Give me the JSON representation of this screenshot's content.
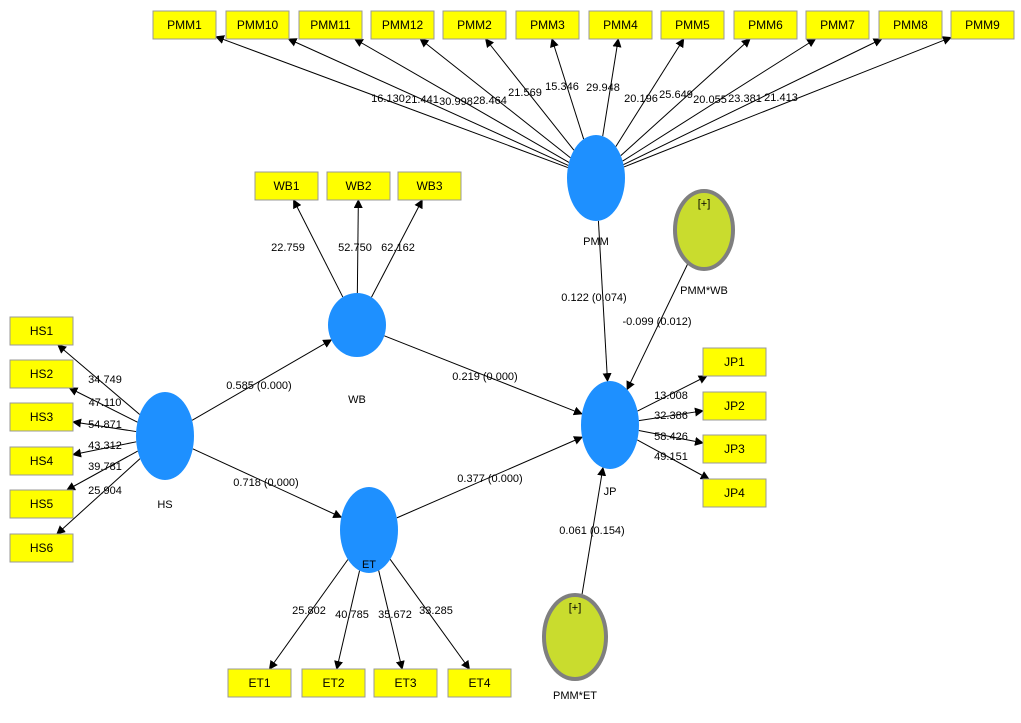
{
  "colors": {
    "indicator_fill": "#ffff00",
    "indicator_border": "#999999",
    "construct_fill": "#1e90ff",
    "moderator_fill": "#c9dc2e",
    "moderator_border": "#7f7f7f",
    "edge": "#000000"
  },
  "constructs": [
    {
      "id": "PMM",
      "label": "PMM"
    },
    {
      "id": "WB",
      "label": "WB"
    },
    {
      "id": "HS",
      "label": "HS"
    },
    {
      "id": "ET",
      "label": "ET"
    },
    {
      "id": "JP",
      "label": "JP"
    }
  ],
  "moderators": [
    {
      "id": "PMMWB",
      "label": "PMM*WB",
      "badge": "[+]"
    },
    {
      "id": "PMMET",
      "label": "PMM*ET",
      "badge": "[+]"
    }
  ],
  "indicators": [
    {
      "id": "PMM1",
      "label": "PMM1",
      "construct": "PMM",
      "loading": "16.130"
    },
    {
      "id": "PMM10",
      "label": "PMM10",
      "construct": "PMM",
      "loading": "21.441"
    },
    {
      "id": "PMM11",
      "label": "PMM11",
      "construct": "PMM",
      "loading": "30.998"
    },
    {
      "id": "PMM12",
      "label": "PMM12",
      "construct": "PMM",
      "loading": "28.464"
    },
    {
      "id": "PMM2",
      "label": "PMM2",
      "construct": "PMM",
      "loading": "21.569"
    },
    {
      "id": "PMM3",
      "label": "PMM3",
      "construct": "PMM",
      "loading": "15.346"
    },
    {
      "id": "PMM4",
      "label": "PMM4",
      "construct": "PMM",
      "loading": "29.948"
    },
    {
      "id": "PMM5",
      "label": "PMM5",
      "construct": "PMM",
      "loading": "20.196"
    },
    {
      "id": "PMM6",
      "label": "PMM6",
      "construct": "PMM",
      "loading": "25.649"
    },
    {
      "id": "PMM7",
      "label": "PMM7",
      "construct": "PMM",
      "loading": "20.055"
    },
    {
      "id": "PMM8",
      "label": "PMM8",
      "construct": "PMM",
      "loading": "23.381"
    },
    {
      "id": "PMM9",
      "label": "PMM9",
      "construct": "PMM",
      "loading": "21.413"
    },
    {
      "id": "WB1",
      "label": "WB1",
      "construct": "WB",
      "loading": "22.759"
    },
    {
      "id": "WB2",
      "label": "WB2",
      "construct": "WB",
      "loading": "52.750"
    },
    {
      "id": "WB3",
      "label": "WB3",
      "construct": "WB",
      "loading": "62.162"
    },
    {
      "id": "HS1",
      "label": "HS1",
      "construct": "HS",
      "loading": "34.749"
    },
    {
      "id": "HS2",
      "label": "HS2",
      "construct": "HS",
      "loading": "47.110"
    },
    {
      "id": "HS3",
      "label": "HS3",
      "construct": "HS",
      "loading": "54.871"
    },
    {
      "id": "HS4",
      "label": "HS4",
      "construct": "HS",
      "loading": "43.312"
    },
    {
      "id": "HS5",
      "label": "HS5",
      "construct": "HS",
      "loading": "39.781"
    },
    {
      "id": "HS6",
      "label": "HS6",
      "construct": "HS",
      "loading": "25.904"
    },
    {
      "id": "JP1",
      "label": "JP1",
      "construct": "JP",
      "loading": "13.008"
    },
    {
      "id": "JP2",
      "label": "JP2",
      "construct": "JP",
      "loading": "32.386"
    },
    {
      "id": "JP3",
      "label": "JP3",
      "construct": "JP",
      "loading": "58.426"
    },
    {
      "id": "JP4",
      "label": "JP4",
      "construct": "JP",
      "loading": "49.151"
    },
    {
      "id": "ET1",
      "label": "ET1",
      "construct": "ET",
      "loading": "25.802"
    },
    {
      "id": "ET2",
      "label": "ET2",
      "construct": "ET",
      "loading": "40.785"
    },
    {
      "id": "ET3",
      "label": "ET3",
      "construct": "ET",
      "loading": "35.672"
    },
    {
      "id": "ET4",
      "label": "ET4",
      "construct": "ET",
      "loading": "33.285"
    }
  ],
  "paths": [
    {
      "from": "HS",
      "to": "WB",
      "coef": "0.585 (0.000)"
    },
    {
      "from": "HS",
      "to": "ET",
      "coef": "0.718 (0.000)"
    },
    {
      "from": "WB",
      "to": "JP",
      "coef": "0.219 (0.000)"
    },
    {
      "from": "ET",
      "to": "JP",
      "coef": "0.377 (0.000)"
    },
    {
      "from": "PMM",
      "to": "JP",
      "coef": "0.122 (0.074)"
    },
    {
      "from": "PMMWB",
      "to": "JP",
      "coef": "-0.099 (0.012)"
    },
    {
      "from": "PMMET",
      "to": "JP",
      "coef": "0.061 (0.154)"
    }
  ]
}
